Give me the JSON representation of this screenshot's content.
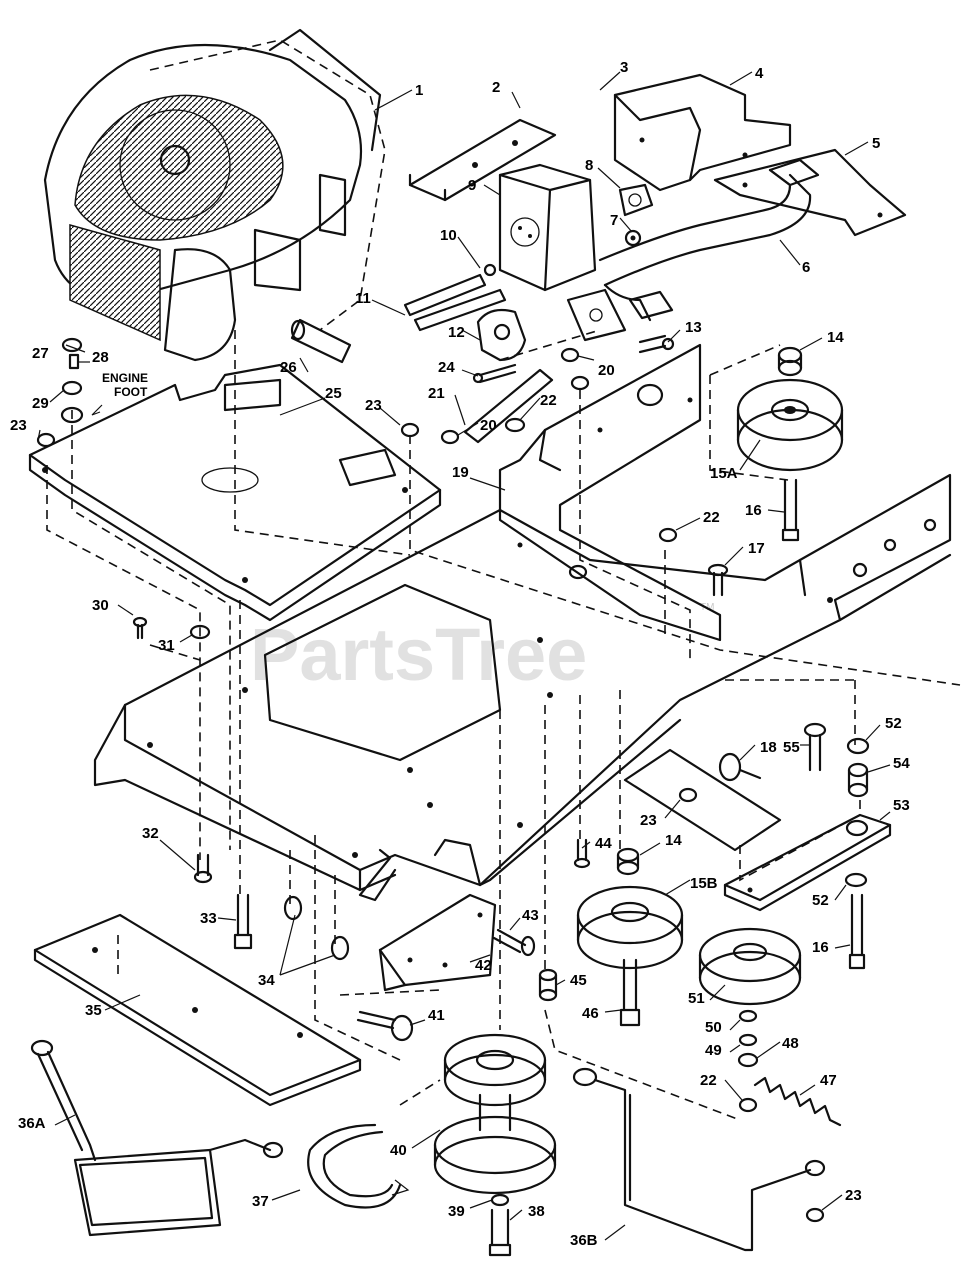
{
  "watermark": {
    "text": "PartsTree",
    "tm": "TM"
  },
  "note": {
    "line1": "ENGINE",
    "line2": "FOOT"
  },
  "callouts": [
    "1",
    "2",
    "3",
    "4",
    "5",
    "6",
    "7",
    "8",
    "9",
    "10",
    "11",
    "12",
    "13",
    "14",
    "15A",
    "16",
    "17",
    "18",
    "19",
    "20",
    "20",
    "21",
    "22",
    "22",
    "22",
    "23",
    "23",
    "23",
    "23",
    "24",
    "25",
    "26",
    "27",
    "28",
    "29",
    "30",
    "31",
    "32",
    "33",
    "34",
    "35",
    "36A",
    "36B",
    "37",
    "38",
    "39",
    "40",
    "41",
    "42",
    "43",
    "44",
    "45",
    "46",
    "47",
    "48",
    "49",
    "50",
    "51",
    "52",
    "52",
    "53",
    "54",
    "55",
    "14",
    "15B",
    "16",
    "23"
  ]
}
